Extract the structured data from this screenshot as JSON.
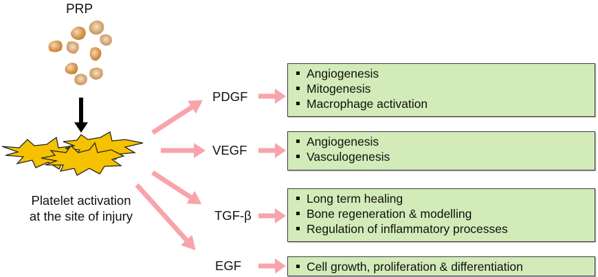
{
  "diagram": {
    "source_label": "PRP",
    "source_icon": "platelets-cluster-icon",
    "activation_caption_lines": [
      "Platelet activation",
      "at the site of injury"
    ],
    "colors": {
      "arrow": "#f9a3ab",
      "box_fill": "#d3ebb8",
      "box_border": "#3a3a3a",
      "star_fill": "#f6c200",
      "platelet": "#d98a3a",
      "down_arrow": "#000000"
    },
    "growth_factors": [
      {
        "name": "PDGF",
        "effects": [
          "Angiogenesis",
          "Mitogenesis",
          "Macrophage activation"
        ]
      },
      {
        "name": "VEGF",
        "effects": [
          "Angiogenesis",
          "Vasculogenesis"
        ]
      },
      {
        "name": "TGF-β",
        "effects": [
          "Long term healing",
          "Bone regeneration & modelling",
          "Regulation of inflammatory processes"
        ]
      },
      {
        "name": "EGF",
        "effects": [
          "Cell growth, proliferation & differentiation"
        ]
      }
    ]
  }
}
